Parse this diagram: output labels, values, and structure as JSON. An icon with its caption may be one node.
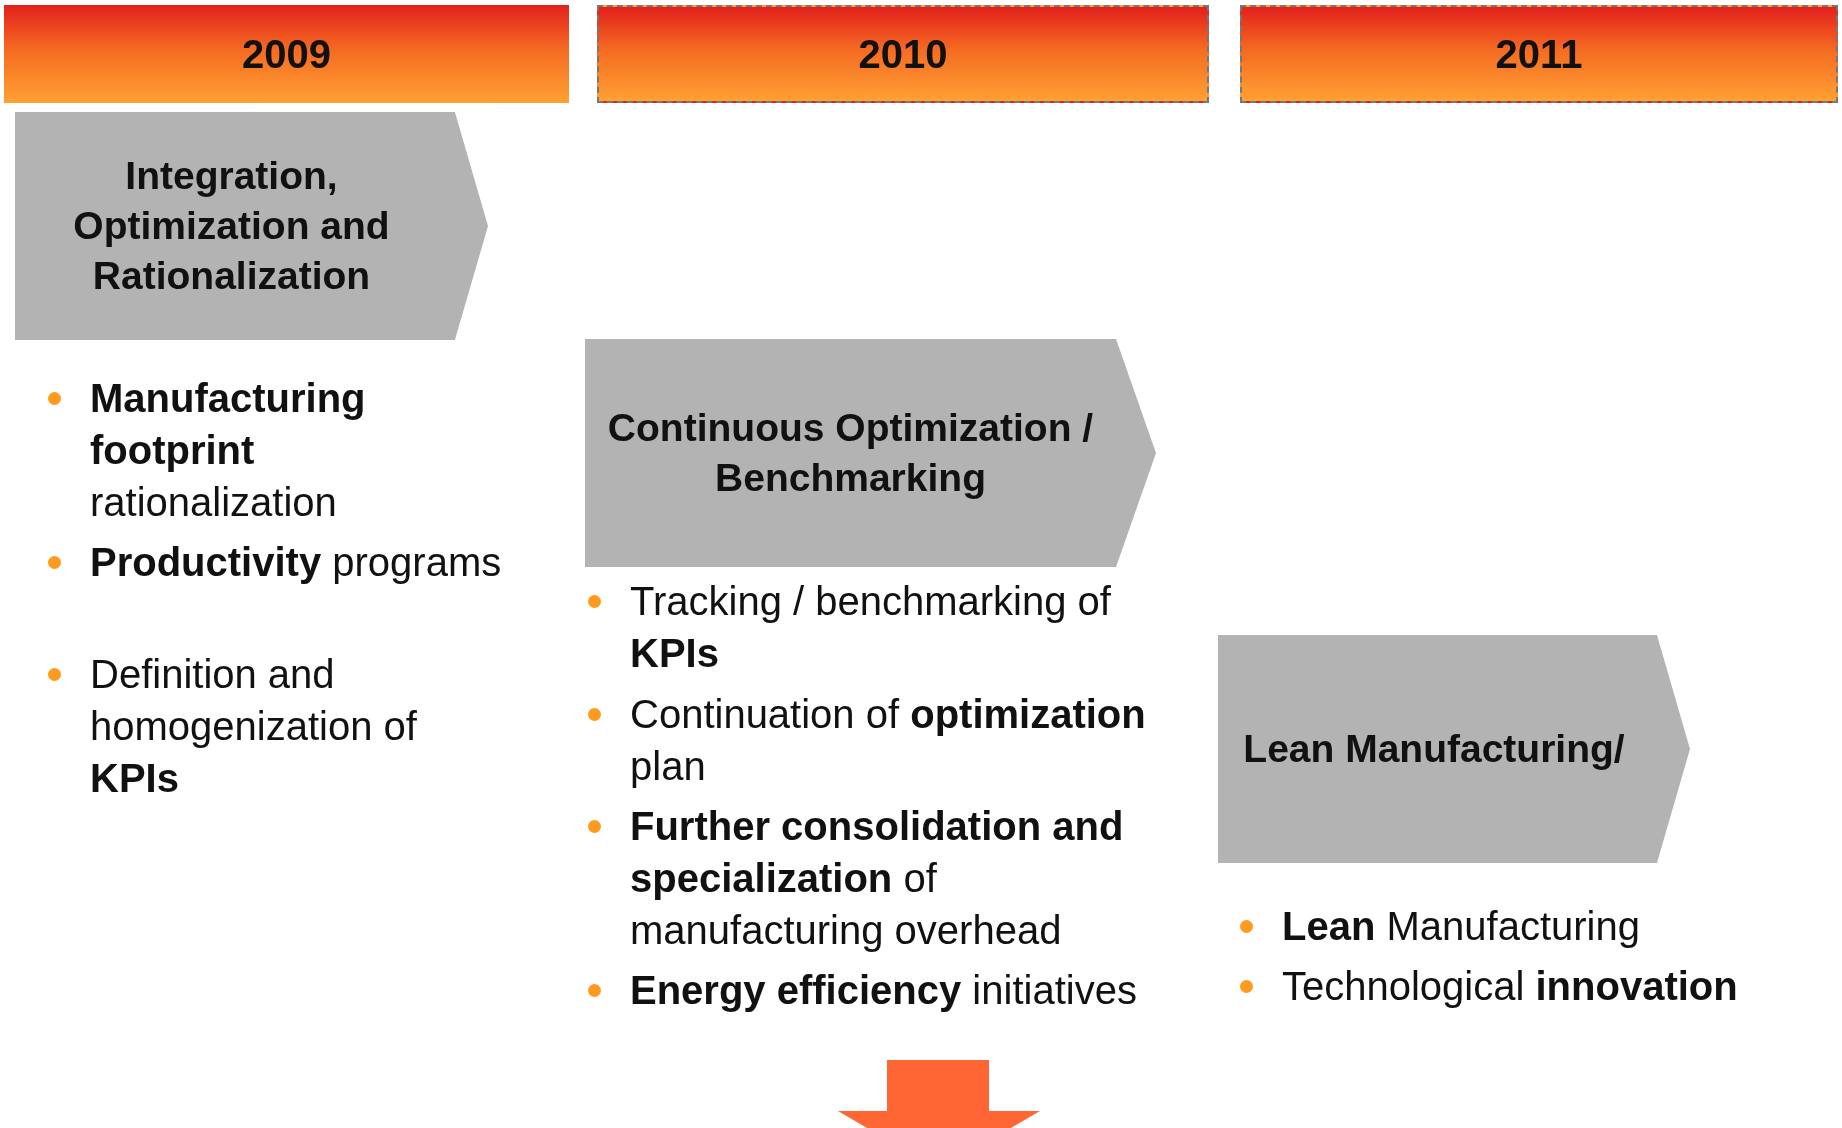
{
  "diagram": {
    "nodes": [
      {
        "text": [
          "2009"
        ]
      },
      {
        "text": [
          "2010"
        ]
      },
      {
        "text": [
          "2011"
        ]
      },
      {
        "text": [
          "Integration, Optimization and Rationalization"
        ]
      },
      {
        "text": [
          "Continuous Optimization / Benchmarking"
        ]
      },
      {
        "text": [
          "Lean Manufacturing/"
        ]
      }
    ],
    "edges": [],
    "labels": [
      "**Manufacturing footprint** rationalization",
      "**Productivity** programs",
      "Definition and homogenization of **KPIs**",
      "Tracking / benchmarking of **KPIs**",
      "Continuation of **optimization** plan",
      "**Further consolidation and specialization** of manufacturing overhead",
      "**Energy efficiency** initiatives",
      "**Lean** Manufacturing",
      "Technological **innovation**"
    ]
  }
}
